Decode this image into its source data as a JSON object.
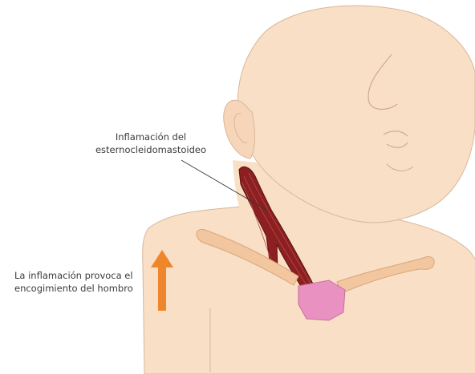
{
  "annotations": {
    "muscle_inflammation": {
      "line1": "Inflamación del",
      "line2": "esternocleidomastoideo"
    },
    "shoulder_shrug": {
      "line1": "La inflamación provoca el",
      "line2": "encogimiento del hombro"
    }
  },
  "colors": {
    "skin": "#f8dfc6",
    "outline": "#d8b79c",
    "muscle": "#8c2020",
    "clavicle": "#f2c79f",
    "sternum": "#e992c2",
    "arrow": "#f0862c"
  }
}
